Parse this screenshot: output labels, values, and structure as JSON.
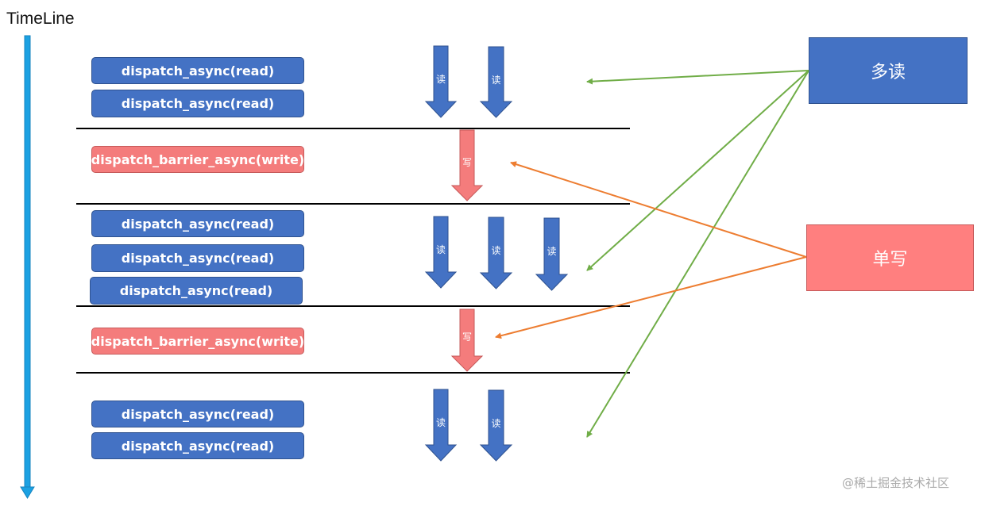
{
  "title": "TimeLine",
  "colors": {
    "read": "#4472c4",
    "write": "#f47c7c",
    "timeline": "#1ba1e2",
    "read_connector": "#70ad47",
    "write_connector": "#ed7d31"
  },
  "phases": [
    {
      "type": "read",
      "tasks": [
        "dispatch_async(read)",
        "dispatch_async(read)"
      ],
      "arrows": [
        "读",
        "读"
      ]
    },
    {
      "type": "write",
      "tasks": [
        "dispatch_barrier_async(write)"
      ],
      "arrows": [
        "写"
      ]
    },
    {
      "type": "read",
      "tasks": [
        "dispatch_async(read)",
        "dispatch_async(read)",
        "dispatch_async(read)"
      ],
      "arrows": [
        "读",
        "读",
        "读"
      ]
    },
    {
      "type": "write",
      "tasks": [
        "dispatch_barrier_async(write)"
      ],
      "arrows": [
        "写"
      ]
    },
    {
      "type": "read",
      "tasks": [
        "dispatch_async(read)",
        "dispatch_async(read)"
      ],
      "arrows": [
        "读",
        "读"
      ]
    }
  ],
  "legend": {
    "multi_read": "多读",
    "single_write": "单写"
  },
  "watermark": "@稀土掘金技术社区"
}
